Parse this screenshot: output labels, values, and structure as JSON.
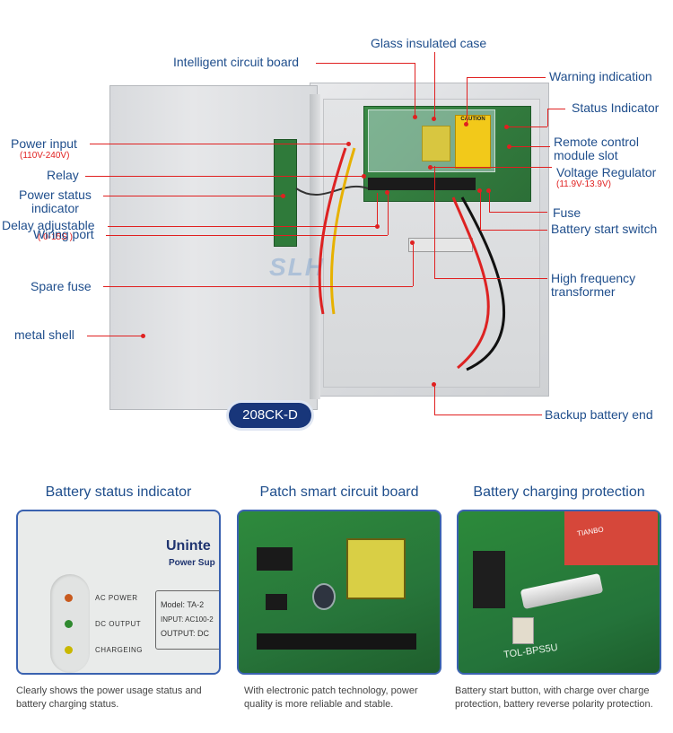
{
  "diagram": {
    "model_badge": "208CK-D",
    "watermark": "SLH",
    "caution_label": "CAUTION",
    "labels": {
      "glass_case": "Glass insulated case",
      "circuit_board": "Intelligent circuit board",
      "warning": "Warning indication",
      "status_indicator": "Status Indicator",
      "power_input": "Power input",
      "power_input_range": "(110V-240V)",
      "relay": "Relay",
      "power_status_1": "Power status",
      "power_status_2": "indicator",
      "delay_adjustable": "Delay adjustable",
      "delay_range": "( 0-15S )",
      "wiring_port": "Wiring port",
      "spare_fuse": "Spare fuse",
      "metal_shell": "metal shell",
      "remote_control_1": "Remote control",
      "remote_control_2": "module slot",
      "voltage_regulator": "Voltage Regulator",
      "voltage_range": "(11.9V-13.9V)",
      "fuse": "Fuse",
      "battery_start_switch": "Battery start switch",
      "hf_transformer_1": "High frequency",
      "hf_transformer_2": "transformer",
      "backup_battery_end": "Backup battery end"
    }
  },
  "features": [
    {
      "title": "Battery status indicator",
      "description_line1": "Clearly shows the power usage status and",
      "description_line2": "battery charging status.",
      "brand": "Uninte",
      "brand_sub": "Power Sup",
      "leds": [
        {
          "label": "AC POWER",
          "color": "#c85a1e"
        },
        {
          "label": "DC OUTPUT",
          "color": "#2f8a2f"
        },
        {
          "label": "CHARGEING",
          "color": "#c9b800"
        }
      ],
      "plate": {
        "model": "Model: TA-2",
        "input": "INPUT: AC100-2",
        "output": "OUTPUT: DC"
      }
    },
    {
      "title": "Patch smart circuit board",
      "description_line1": "With electronic patch technology, power",
      "description_line2": "quality is more reliable and stable."
    },
    {
      "title": "Battery charging protection",
      "description_line1": "Battery start button, with charge over charge",
      "description_line2": "protection, battery reverse polarity protection.",
      "board_label": "TOL-BPS5U",
      "relay_label": "TIANBO"
    }
  ],
  "colors": {
    "label_text": "#1f4e8c",
    "leader_line": "#e02020",
    "badge_bg": "#18367a",
    "panel_border": "#3a62b0"
  }
}
